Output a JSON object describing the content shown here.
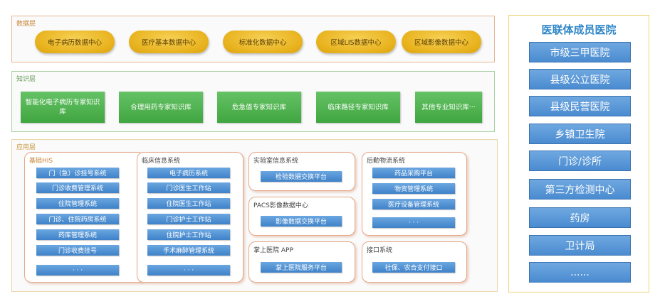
{
  "data_layer": {
    "title": "数据层",
    "items": [
      "电子病历数据中心",
      "医疗基本数据中心",
      "标准化数据中心",
      "区域LIS数据中心",
      "区域影像数据中心"
    ]
  },
  "knowledge_layer": {
    "title": "知识层",
    "items": [
      "智能化电子病历专家知识库",
      "合理用药专家知识库",
      "危急值专家知识库",
      "临床路径专家知识库",
      "其他专业知识库···"
    ]
  },
  "application_layer": {
    "title": "应用层",
    "basic_his": {
      "title": "基础HIS",
      "items": [
        "门（急）诊挂号系统",
        "门诊收费管理系统",
        "住院管理系统",
        "门诊、住院药房系统",
        "药库管理系统",
        "门诊收费挂号",
        "· · ·"
      ]
    },
    "clinical": {
      "title": "临床信息系统",
      "items": [
        "电子病历系统",
        "门诊医生工作站",
        "住院医生工作站",
        "门诊护士工作站",
        "住院护士工作站",
        "手术麻醉管理系统",
        "· · ·"
      ]
    },
    "lab": {
      "title": "实验室信息系统",
      "items": [
        "检验数据交换平台"
      ]
    },
    "pacs": {
      "title": "PACS影像数据中心",
      "items": [
        "影像数据交换平台"
      ]
    },
    "mobile": {
      "title": "掌上医院 APP",
      "items": [
        "掌上医院服务平台"
      ]
    },
    "logistics": {
      "title": "后勤物流系统",
      "items": [
        "药品采购平台",
        "物资管理系统",
        "医疗设备管理系统",
        "· · ·"
      ]
    },
    "interface": {
      "title": "接口系统",
      "items": [
        "社保、农合支付接口"
      ]
    }
  },
  "members": {
    "title": "医联体成员医院",
    "items": [
      "市级三甲医院",
      "县级公立医院",
      "县级民营医院",
      "乡镇卫生院",
      "门诊/诊所",
      "第三方检测中心",
      "药房",
      "卫计局",
      "......"
    ]
  }
}
